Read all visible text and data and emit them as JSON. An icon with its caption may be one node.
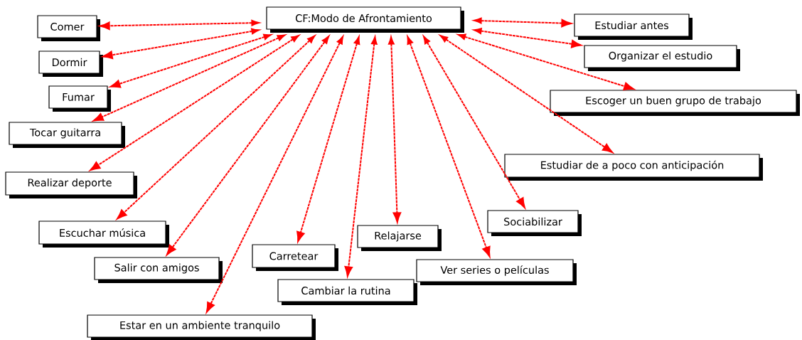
{
  "diagram": {
    "nodes": [
      {
        "text": [
          "CF:Modo de Afrontamiento"
        ]
      },
      {
        "text": [
          "Comer"
        ]
      },
      {
        "text": [
          "Dormir"
        ]
      },
      {
        "text": [
          "Fumar"
        ]
      },
      {
        "text": [
          "Tocar guitarra"
        ]
      },
      {
        "text": [
          "Realizar deporte"
        ]
      },
      {
        "text": [
          "Escuchar música"
        ]
      },
      {
        "text": [
          "Salir con amigos"
        ]
      },
      {
        "text": [
          "Estar en un ambiente tranquilo"
        ]
      },
      {
        "text": [
          "Carretear"
        ]
      },
      {
        "text": [
          "Cambiar la rutina"
        ]
      },
      {
        "text": [
          "Relajarse"
        ]
      },
      {
        "text": [
          "Ver series o películas"
        ]
      },
      {
        "text": [
          "Sociabilizar"
        ]
      },
      {
        "text": [
          "Estudiar de a poco con anticipación"
        ]
      },
      {
        "text": [
          "Escoger un buen grupo de trabajo"
        ]
      },
      {
        "text": [
          "Organizar el estudio"
        ]
      },
      {
        "text": [
          "Estudiar antes"
        ]
      }
    ],
    "edges": [
      {
        "from": 0,
        "to": 1,
        "arrow": "both"
      },
      {
        "from": 0,
        "to": 2,
        "arrow": "both"
      },
      {
        "from": 0,
        "to": 3,
        "arrow": "both"
      },
      {
        "from": 0,
        "to": 4,
        "arrow": "both"
      },
      {
        "from": 0,
        "to": 5,
        "arrow": "both"
      },
      {
        "from": 0,
        "to": 6,
        "arrow": "both"
      },
      {
        "from": 0,
        "to": 7,
        "arrow": "both"
      },
      {
        "from": 0,
        "to": 8,
        "arrow": "both"
      },
      {
        "from": 0,
        "to": 9,
        "arrow": "both"
      },
      {
        "from": 0,
        "to": 10,
        "arrow": "both"
      },
      {
        "from": 0,
        "to": 11,
        "arrow": "both"
      },
      {
        "from": 0,
        "to": 12,
        "arrow": "both"
      },
      {
        "from": 0,
        "to": 13,
        "arrow": "both"
      },
      {
        "from": 0,
        "to": 14,
        "arrow": "both"
      },
      {
        "from": 0,
        "to": 15,
        "arrow": "both"
      },
      {
        "from": 0,
        "to": 16,
        "arrow": "both"
      },
      {
        "from": 0,
        "to": 17,
        "arrow": "both"
      }
    ]
  }
}
